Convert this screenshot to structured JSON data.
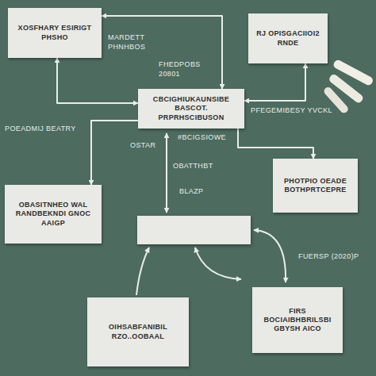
{
  "diagram": {
    "nodes": [
      {
        "text": [
          "XOSFHARY ESIRIGT PHSHO"
        ]
      },
      {
        "text": [
          "RJ OPISGACIIOI2 RNDE"
        ]
      },
      {
        "text": [
          "CBCIGHIUKAUNSIBE BASCOT. PRPRHSCIBUSON"
        ]
      },
      {
        "text": [
          "PHOTPIO OEADE BOTHPRTCEPRE"
        ]
      },
      {
        "text": [
          "OBASITNHEO WAL RANDBEKNDI GNOC AAIGP"
        ]
      },
      {
        "text": [
          "OIHSABFANIBIL RZO..OOBAAL"
        ]
      },
      {
        "text": [
          "FIRS BOCIAIBHBRILSBI GBYSH AICO"
        ]
      }
    ],
    "edges": [
      {
        "from": 0,
        "to": 2,
        "arrow": "both"
      },
      {
        "from": 0,
        "to": 2,
        "arrow": "both"
      },
      {
        "from": 1,
        "to": 2,
        "arrow": "both"
      },
      {
        "from": 2,
        "to": 3,
        "arrow": "to"
      },
      {
        "from": 2,
        "to": 4,
        "arrow": "to"
      }
    ],
    "labels": [
      "MARDETT PHNHBOS",
      "FHEDPOBS 20801",
      "PFEGEMIBESY YVCKL",
      "POEADMIJ BEATRY",
      "#BCIGSIOWE",
      "OSTAR",
      "OBATTHBT",
      "BLAZP",
      "FUERSP (2020)P"
    ]
  }
}
